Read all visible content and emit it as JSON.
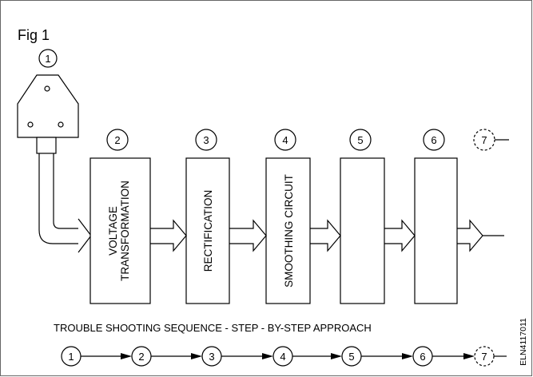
{
  "figure": {
    "label": "Fig 1",
    "caption": "TROUBLE SHOOTING SEQUENCE - STEP - BY-STEP APPROACH",
    "code": "ELN4117011"
  },
  "top_steps": [
    "1",
    "2",
    "3",
    "4",
    "5",
    "6",
    "7"
  ],
  "blocks": [
    {
      "number": "2",
      "lines": [
        "VOLTAGE",
        "TRANSFORMATION"
      ]
    },
    {
      "number": "3",
      "lines": [
        "RECTIFICATION"
      ]
    },
    {
      "number": "4",
      "lines": [
        "SMOOTHING CIRCUIT"
      ]
    },
    {
      "number": "5",
      "lines": []
    },
    {
      "number": "6",
      "lines": []
    }
  ],
  "sequence": [
    "1",
    "2",
    "3",
    "4",
    "5",
    "6",
    "7"
  ]
}
